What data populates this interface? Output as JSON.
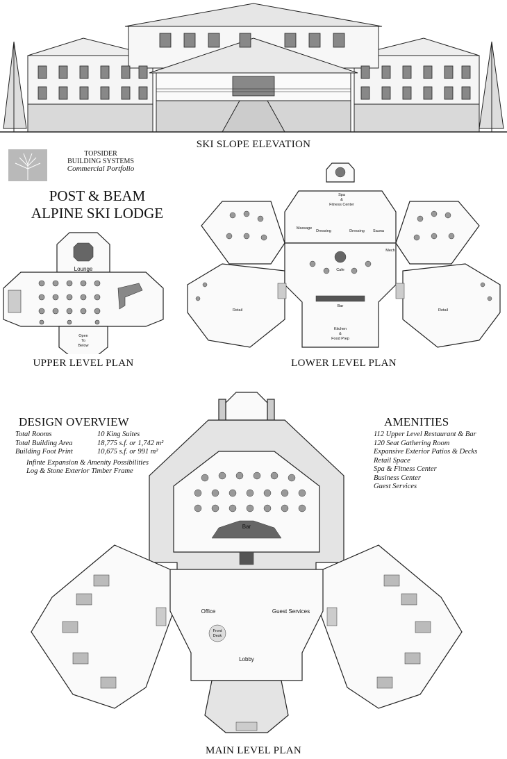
{
  "elevation": {
    "caption": "SKI SLOPE ELEVATION"
  },
  "brand": {
    "line1": "TOPSIDER",
    "line2": "BUILDING SYSTEMS",
    "line3": "Commercial Portfolio"
  },
  "project": {
    "title_line1": "POST & BEAM",
    "title_line2": "ALPINE SKI LODGE"
  },
  "upper_plan": {
    "caption": "UPPER LEVEL PLAN",
    "rooms": {
      "lounge": "Lounge",
      "open1": "Open",
      "open2": "To",
      "open3": "Below"
    }
  },
  "lower_plan": {
    "caption": "LOWER LEVEL PLAN",
    "rooms": {
      "spa1": "Spa",
      "spa2": "&",
      "spa3": "Fitness Center",
      "massage": "Massage",
      "dressing": "Dressing",
      "dressing2": "Dressing",
      "sauna": "Sauna",
      "mech": "Mech",
      "cafe": "Cafe",
      "bar": "Bar",
      "kitchen1": "Kitchen",
      "kitchen2": "&",
      "kitchen3": "Food Prep",
      "retail_left": "Retail",
      "retail_right": "Retail"
    }
  },
  "main_plan": {
    "caption": "MAIN LEVEL PLAN",
    "rooms": {
      "bar": "Bar",
      "office": "Office",
      "guest": "Guest Services",
      "front1": "Front",
      "front2": "Desk",
      "lobby": "Lobby"
    }
  },
  "design_overview": {
    "heading": "DESIGN OVERVIEW",
    "rows": [
      {
        "label": "Total Rooms",
        "value": "10 King Suites"
      },
      {
        "label": "Total Building Area",
        "value": "18,775 s.f. or 1,742 m²"
      },
      {
        "label": "Building Foot Print",
        "value": "10,675 s.f. or 991 m²"
      }
    ],
    "notes": [
      "Infinte Expansion & Amenity Possibilities",
      "Log & Stone Exterior Timber Frame"
    ]
  },
  "amenities": {
    "heading": "AMENITIES",
    "items": [
      "112 Upper Level Restaurant & Bar",
      "120 Seat Gathering Room",
      "Expansive Exterior Patios & Decks",
      "Retail Space",
      "Spa & Fitness Center",
      "Business Center",
      "Guest Services"
    ]
  }
}
